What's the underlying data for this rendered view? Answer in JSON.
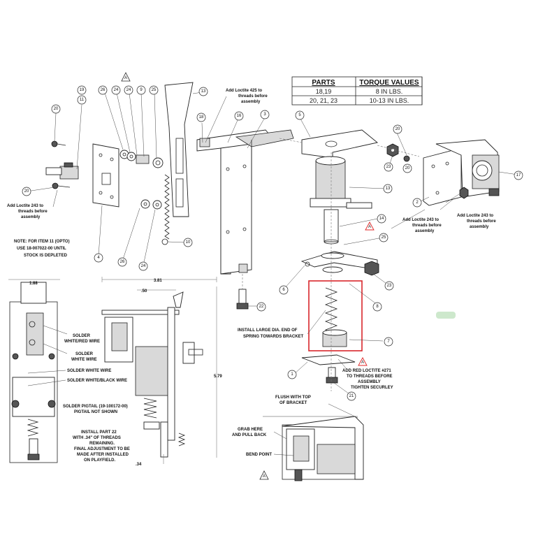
{
  "torque_table": {
    "headers": [
      "PARTS",
      "TORQUE VALUES"
    ],
    "rows": [
      [
        "18,19",
        "8 IN LBS."
      ],
      [
        "20, 21, 23",
        "10-13 IN LBS."
      ]
    ]
  },
  "revision_mark": "A",
  "balloons": {
    "b19": "19",
    "b11": "11",
    "b26a": "26",
    "b24a": "24",
    "b24b": "24",
    "b9": "9",
    "b25": "25",
    "b13a": "13",
    "b18": "18",
    "b16": "16",
    "b3": "3",
    "b5": "5",
    "b20a": "20",
    "b20b": "20",
    "b20c": "20",
    "b17": "17",
    "b23a": "23",
    "b13b": "13",
    "b2": "2",
    "b14": "14",
    "b25b": "25",
    "b6": "6",
    "b23b": "23",
    "b8": "8",
    "b22": "22",
    "b7": "7",
    "b1": "1",
    "b21": "21",
    "b4": "4",
    "b26b": "26",
    "b24c": "24",
    "b10": "10"
  },
  "notes": {
    "loctite425": [
      "Add Loctite 425 to",
      "threads before",
      "assembly"
    ],
    "loctite243_left": [
      "Add Loctite 243 to",
      "threads before",
      "assembly"
    ],
    "loctite243_mid": [
      "Add Loctite 243 to",
      "threads before",
      "assembly"
    ],
    "loctite243_right": [
      "Add Loctite 243 to",
      "threads before",
      "assembly"
    ],
    "opto_note": [
      "NOTE: FOR ITEM 11 (OPTO)",
      "USE 18-007022-00 UNTIL",
      "STOCK IS DEPLETED"
    ],
    "spring_note": [
      "INSTALL LARGE DIA. END OF",
      "SPRING TOWARDS BRACKET"
    ],
    "red_loctite": [
      "ADD RED LOCTITE #271",
      "TO THREADS BEFORE",
      "ASSEMBLY",
      "TIGHTEN SECURLEY"
    ],
    "solder1": [
      "SOLDER",
      "WHITE/RED WIRE"
    ],
    "solder2": [
      "SOLDER",
      "WHITE WIRE"
    ],
    "solder3": "SOLDER WHITE WIRE",
    "solder4": "SOLDER WHITE/BLACK WIRE",
    "pigtail": [
      "SOLDER PIGTAIL (19-100172-00)",
      "PIGTAIL NOT SHOWN"
    ],
    "part22": [
      "INSTALL PART 22",
      "WITH .34\" OF THREADS",
      "REMAINING.",
      "FINAL ADJUSTMENT TO BE",
      "MADE AFTER INSTALLED",
      "ON PLAYFIELD."
    ],
    "flush": [
      "FLUSH WITH TOP",
      "OF BRACKET"
    ],
    "grab": [
      "GRAB HERE",
      "AND PULL BACK"
    ],
    "bend": "BEND POINT"
  },
  "dimensions": {
    "w188": "1.88",
    "w381": "3.81",
    "w50": ".50",
    "h579": "5.79",
    "d34": ".34"
  },
  "colors": {
    "highlight": "#d9262b",
    "warning": "#e02626",
    "accent_pill": "#cde8cc"
  }
}
